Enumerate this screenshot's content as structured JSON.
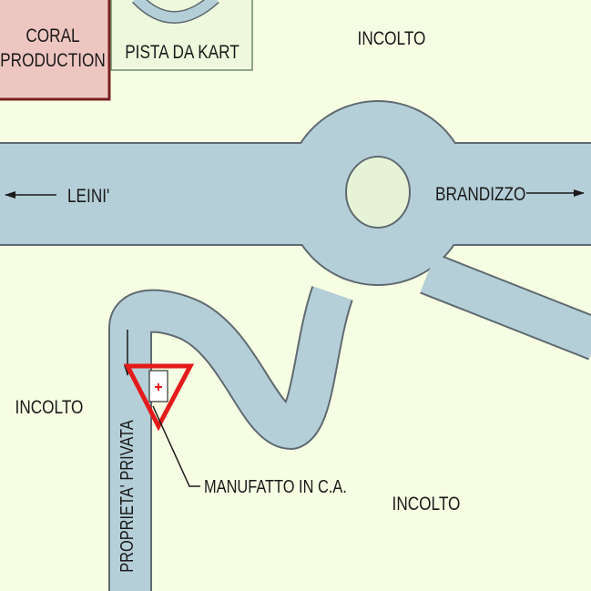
{
  "map": {
    "colors": {
      "background": "#f6fde3",
      "road_fill": "#b5cfd8",
      "road_stroke": "#5f6a70",
      "island_fill": "#e7f3d6",
      "coral_fill": "#eec6c1",
      "coral_stroke": "#7a2020",
      "kart_fill": "#eef8dc",
      "kart_stroke": "#6d8c6a",
      "warning_red": "#e41b1b"
    },
    "areas": {
      "coral_line1": "CORAL",
      "coral_line2": "PRODUCTION",
      "kart": "PISTA DA KART",
      "incolto_top": "INCOLTO",
      "incolto_left": "INCOLTO",
      "incolto_bottom": "INCOLTO"
    },
    "directions": {
      "west": "LEINI'",
      "east": "BRANDIZZO"
    },
    "private_road": "PROPRIETA' PRIVATA",
    "structure_label": "MANUFATTO IN C.A.",
    "icons": [
      "warning-triangle-icon",
      "cross-icon",
      "arrow-left-icon",
      "arrow-right-icon",
      "arrow-down-icon"
    ]
  }
}
